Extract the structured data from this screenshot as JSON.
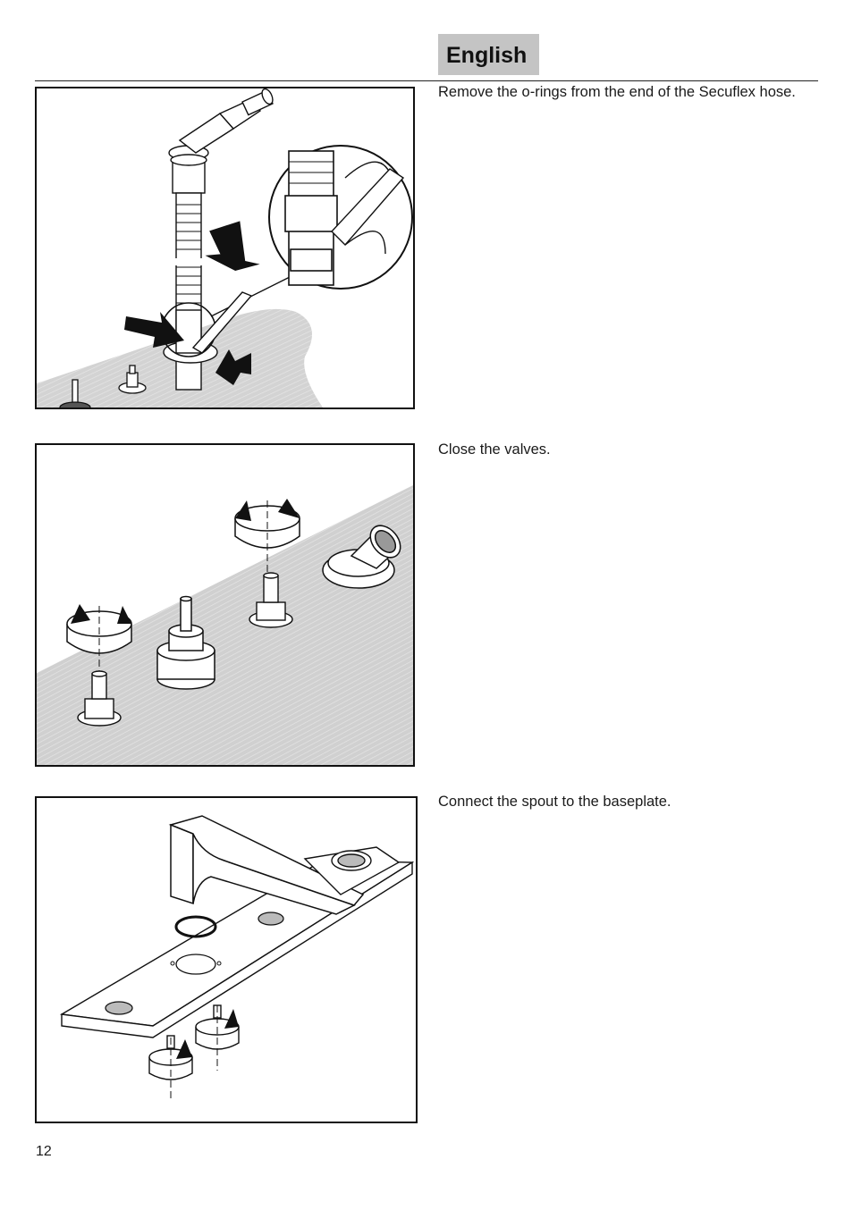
{
  "header": {
    "language": "English"
  },
  "steps": [
    {
      "text": "Remove the o-rings from the end of the Secuflex hose."
    },
    {
      "text": "Close the valves."
    },
    {
      "text": "Connect the spout to the baseplate."
    }
  ],
  "footer": {
    "page_number": "12"
  }
}
